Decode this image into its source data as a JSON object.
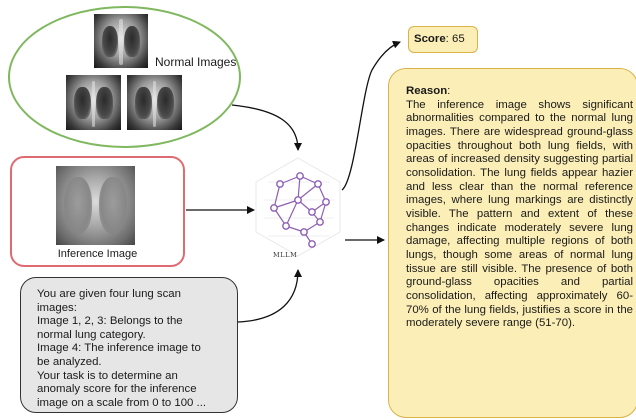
{
  "normal": {
    "label": "Normal Images"
  },
  "inference": {
    "label": "Inference Image"
  },
  "prompt_lines": [
    "You are given four lung scan",
    "images:",
    "Image 1, 2, 3: Belongs to the",
    "normal lung category.",
    "Image 4: The inference image to",
    "be analyzed.",
    "Your task is to determine an",
    "anomaly score for the inference",
    "image on a scale from 0 to 100 ..."
  ],
  "model": {
    "label": "MLLM"
  },
  "score": {
    "label": "Score",
    "value": "65"
  },
  "reason": {
    "label": "Reason",
    "text": "The inference image shows significant abnormalities compared to the normal lung images. There are widespread ground-glass opacities throughout both lung fields, with areas of increased density suggesting partial consolidation. The lung fields appear hazier and less clear than the normal reference images, where lung markings are distinctly visible. The pattern and extent of these changes indicate moderately severe lung damage, affecting multiple regions of both lungs, though some areas of normal lung tissue are still visible. The presence of both ground-glass opacities and partial consolidation, affecting approximately 60-70% of the lung fields, justifies a score in the moderately severe range (51-70)."
  }
}
